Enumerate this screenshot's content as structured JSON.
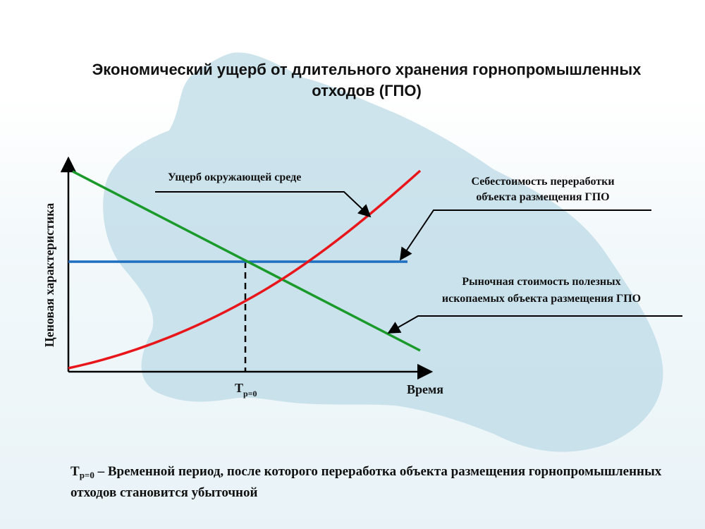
{
  "title": {
    "line1": "Экономический ущерб от длительного хранения горнопромышленных",
    "line2": "отходов (ГПО)"
  },
  "axes": {
    "y_label": "Ценовая характеристика",
    "x_label": "Время",
    "t_main": "Т",
    "t_sub": "р=0"
  },
  "callouts": {
    "damage": "Ущерб окружающей среде",
    "cost_line1": "Себестоимость переработки",
    "cost_line2": "объекта размещения ГПО",
    "market_line1": "Рыночная стоимость полезных",
    "market_line2": "ископаемых объекта размещения ГПО"
  },
  "colors": {
    "damage_curve": "#e8161b",
    "cost_line": "#1f6fc0",
    "market_line": "#1a9a2a",
    "map_silhouette": "#b9d9e6"
  },
  "footnote": {
    "t_main": "Т",
    "t_sub": "р=0",
    "text": " – Временной период, после которого переработка объекта размещения горнопромышленных отходов становится убыточной"
  }
}
